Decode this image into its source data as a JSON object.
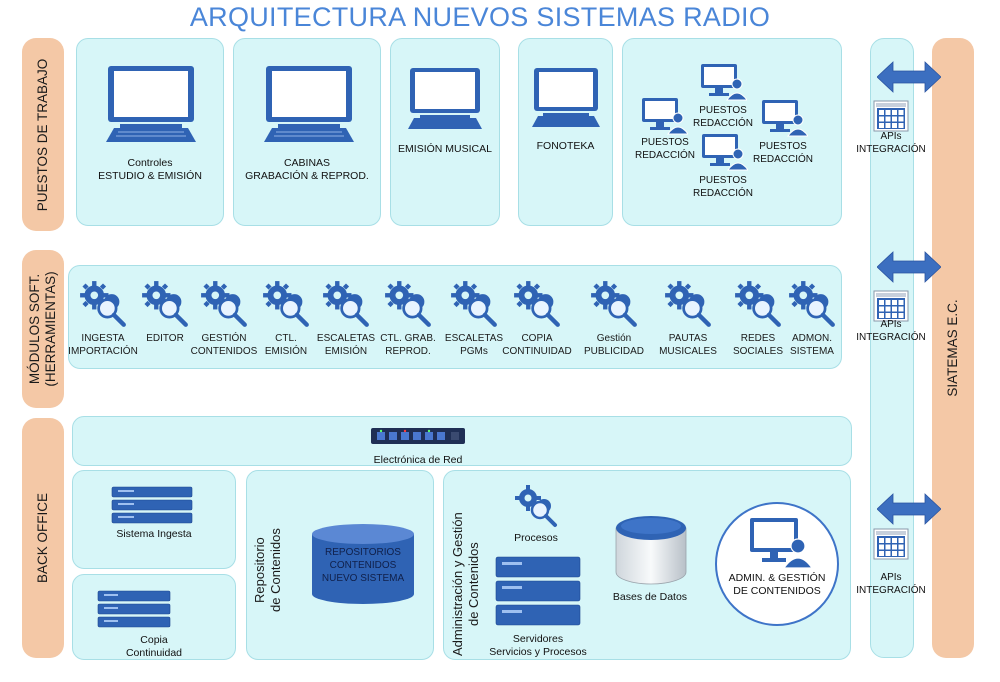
{
  "title": "ARQUITECTURA NUEVOS SISTEMAS RADIO",
  "bands": {
    "puestos": "PUESTOS DE TRABAJO",
    "modulos_1": "MÓDULOS SOFT.",
    "modulos_2": "(HERRAMIENTAS)",
    "back": "BACK OFFICE",
    "sistemas": "SIATEMAS E.C."
  },
  "workstations": [
    {
      "line1": "Controles",
      "line2": "ESTUDIO & EMISIÓN"
    },
    {
      "line1": "CABINAS",
      "line2": "GRABACIÓN & REPROD."
    },
    {
      "line1": "EMISIÓN MUSICAL",
      "line2": ""
    },
    {
      "line1": "FONOTEKA",
      "line2": ""
    }
  ],
  "redaccion": [
    {
      "line1": "PUESTOS",
      "line2": "REDACCIÓN"
    },
    {
      "line1": "PUESTOS",
      "line2": "REDACCIÓN"
    },
    {
      "line1": "PUESTOS",
      "line2": "REDACCIÓN"
    },
    {
      "line1": "PUESTOS",
      "line2": "REDACCIÓN"
    }
  ],
  "modules": [
    {
      "line1": "INGESTA",
      "line2": "IMPORTACIÓN"
    },
    {
      "line1": "EDITOR",
      "line2": ""
    },
    {
      "line1": "GESTIÓN",
      "line2": "CONTENIDOS"
    },
    {
      "line1": "CTL.",
      "line2": "EMISIÓN"
    },
    {
      "line1": "ESCALETAS",
      "line2": "EMISIÓN"
    },
    {
      "line1": "CTL. GRAB.",
      "line2": "REPROD."
    },
    {
      "line1": "ESCALETAS",
      "line2": "PGMs"
    },
    {
      "line1": "COPIA",
      "line2": "CONTINUIDAD"
    },
    {
      "line1": "Gestión",
      "line2": "PUBLICIDAD"
    },
    {
      "line1": "PAUTAS",
      "line2": "MUSICALES"
    },
    {
      "line1": "REDES",
      "line2": "SOCIALES"
    },
    {
      "line1": "ADMON.",
      "line2": "SISTEMA"
    }
  ],
  "apis": [
    {
      "line1": "APIs",
      "line2": "INTEGRACIÓN"
    },
    {
      "line1": "APIs",
      "line2": "INTEGRACIÓN"
    },
    {
      "line1": "APIs",
      "line2": "INTEGRACIÓN"
    }
  ],
  "backoffice": {
    "network": "Electrónica de Red",
    "ingesta": "Sistema Ingesta",
    "copia_1": "Copia",
    "copia_2": "Continuidad",
    "repo_title_1": "Repositorio",
    "repo_title_2": "de Contenidos",
    "repo_db_1": "REPOSITORIOS",
    "repo_db_2": "CONTENIDOS",
    "repo_db_3": "NUEVO SISTEMA",
    "admin_title_1": "Administración y Gestión",
    "admin_title_2": "de Contenidos",
    "procesos": "Procesos",
    "servidores_1": "Servidores",
    "servidores_2": "Servicios y Procesos",
    "bases": "Bases de Datos",
    "admin_1": "ADMIN. & GESTIÓN",
    "admin_2": "DE CONTENIDOS"
  },
  "colors": {
    "title": "#4a86d8",
    "band": "#f4c8a6",
    "panel": "#d7f6f8",
    "icon_blue": "#2f63b4",
    "arrow": "#3c6fc0"
  }
}
